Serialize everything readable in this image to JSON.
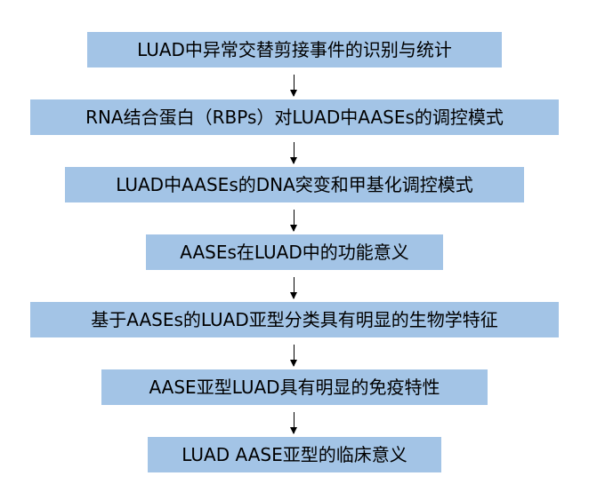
{
  "flowchart": {
    "steps": [
      {
        "label": "LUAD中异常交替剪接事件的识别与统计"
      },
      {
        "label": "RNA结合蛋白（RBPs）对LUAD中AASEs的调控模式"
      },
      {
        "label": "LUAD中AASEs的DNA突变和甲基化调控模式"
      },
      {
        "label": "AASEs在LUAD中的功能意义"
      },
      {
        "label": "基于AASEs的LUAD亚型分类具有明显的生物学特征"
      },
      {
        "label": "AASE亚型LUAD具有明显的免疫特性"
      },
      {
        "label": "LUAD AASE亚型的临床意义"
      }
    ],
    "colors": {
      "box_fill": "#a3c4e6",
      "text": "#000000",
      "arrow": "#000000"
    }
  }
}
